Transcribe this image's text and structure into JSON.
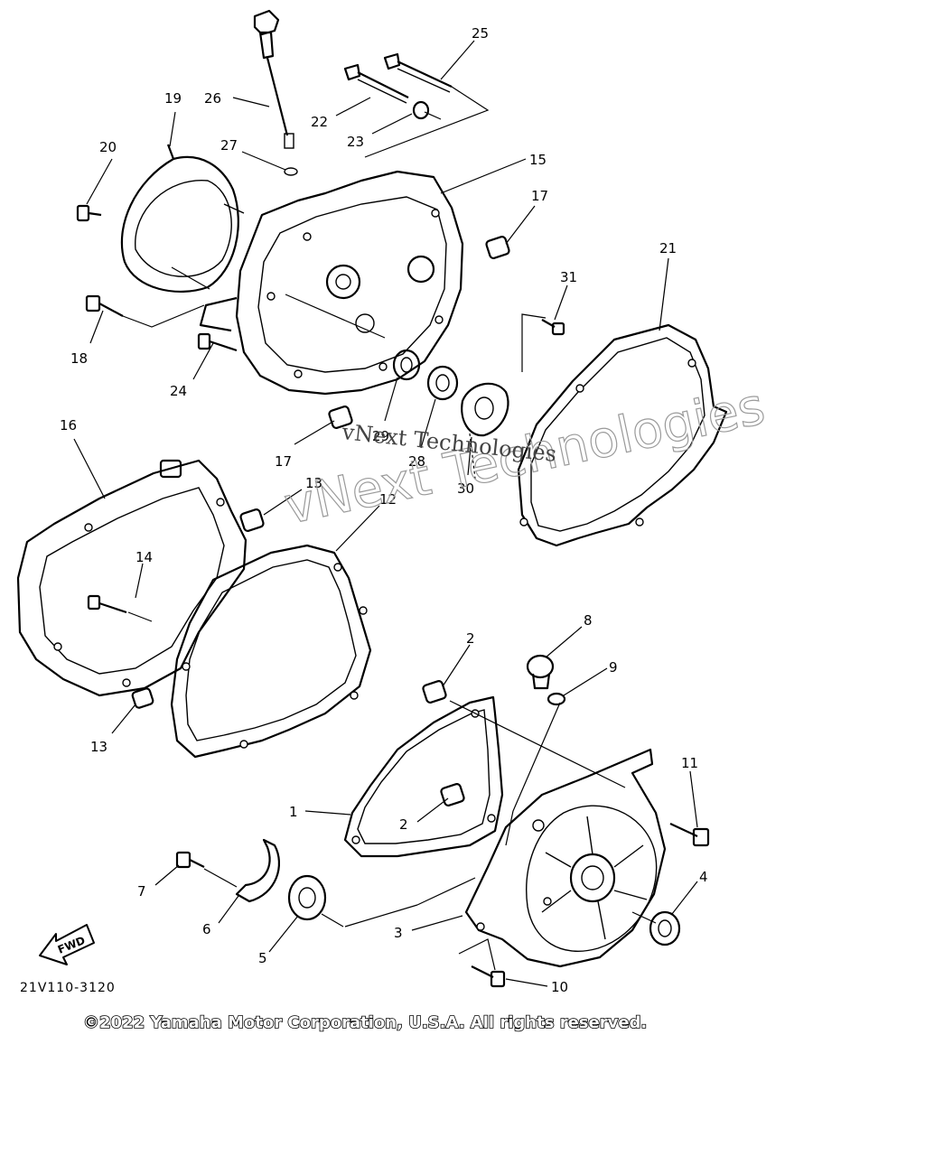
{
  "diagram": {
    "callouts": [
      {
        "id": "25",
        "label": "25"
      },
      {
        "id": "26",
        "label": "26"
      },
      {
        "id": "19",
        "label": "19"
      },
      {
        "id": "22",
        "label": "22"
      },
      {
        "id": "23",
        "label": "23"
      },
      {
        "id": "20",
        "label": "20"
      },
      {
        "id": "27",
        "label": "27"
      },
      {
        "id": "15",
        "label": "15"
      },
      {
        "id": "17a",
        "label": "17"
      },
      {
        "id": "21",
        "label": "21"
      },
      {
        "id": "31",
        "label": "31"
      },
      {
        "id": "18",
        "label": "18"
      },
      {
        "id": "24",
        "label": "24"
      },
      {
        "id": "16",
        "label": "16"
      },
      {
        "id": "29",
        "label": "29"
      },
      {
        "id": "28",
        "label": "28"
      },
      {
        "id": "30",
        "label": "30"
      },
      {
        "id": "17b",
        "label": "17"
      },
      {
        "id": "13a",
        "label": "13"
      },
      {
        "id": "12",
        "label": "12"
      },
      {
        "id": "14",
        "label": "14"
      },
      {
        "id": "13b",
        "label": "13"
      },
      {
        "id": "8",
        "label": "8"
      },
      {
        "id": "2a",
        "label": "2"
      },
      {
        "id": "9",
        "label": "9"
      },
      {
        "id": "11",
        "label": "11"
      },
      {
        "id": "1",
        "label": "1"
      },
      {
        "id": "2b",
        "label": "2"
      },
      {
        "id": "4",
        "label": "4"
      },
      {
        "id": "7",
        "label": "7"
      },
      {
        "id": "6",
        "label": "6"
      },
      {
        "id": "3",
        "label": "3"
      },
      {
        "id": "5",
        "label": "5"
      },
      {
        "id": "10",
        "label": "10"
      }
    ],
    "fwd_label": "FWD",
    "diagram_code": "21V110-3120",
    "watermark_1": "vNext Technologies",
    "watermark_2": "vNext Technologies",
    "copyright": "©2022 Yamaha Motor Corporation, U.S.A. All rights reserved."
  }
}
